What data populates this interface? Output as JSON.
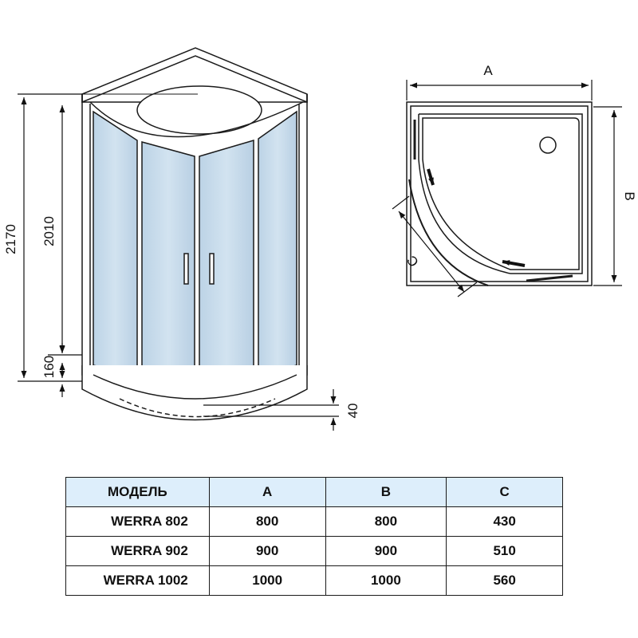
{
  "elevation": {
    "total_height": "2170",
    "cabin_height": "2010",
    "tray_height": "160",
    "tray_depth": "40"
  },
  "plan": {
    "width_label": "A",
    "depth_label": "B",
    "door_label": "C"
  },
  "table": {
    "headers": [
      "МОДЕЛЬ",
      "A",
      "B",
      "C"
    ],
    "rows": [
      [
        "WERRA 802",
        "800",
        "800",
        "430"
      ],
      [
        "WERRA 902",
        "900",
        "900",
        "510"
      ],
      [
        "WERRA 1002",
        "1000",
        "1000",
        "560"
      ]
    ]
  },
  "colors": {
    "glass": "#c4d9ea",
    "header_fill": "#ddeefb",
    "line": "#1a1a1a"
  }
}
